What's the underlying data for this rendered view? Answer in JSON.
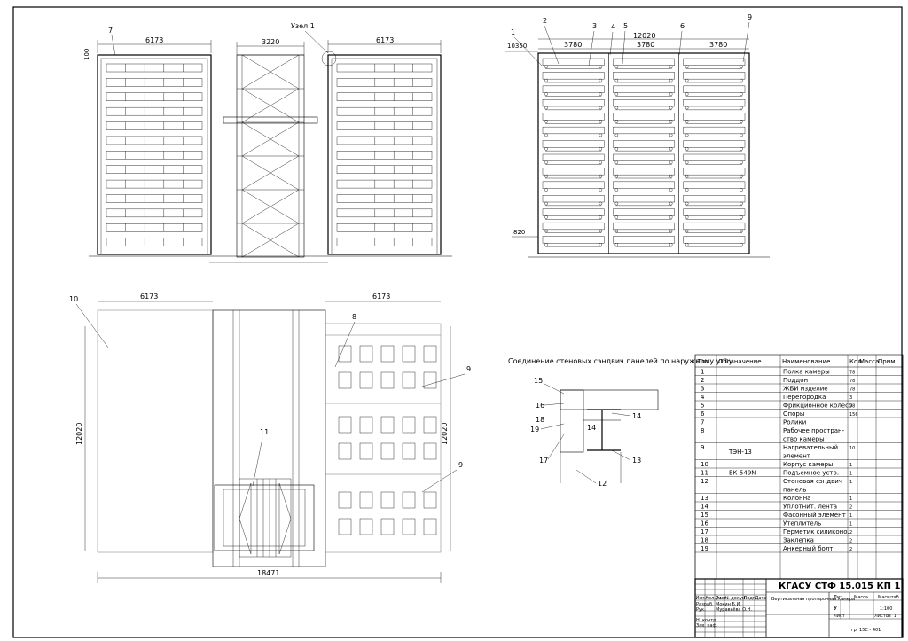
{
  "views": {
    "top_left": {
      "dim_left": "6173",
      "dim_mid": "3220",
      "dim_right": "6173",
      "dim_side": "100",
      "node_label": "Узел 1",
      "pos_7": "7"
    },
    "top_right": {
      "dim_total": "12020",
      "dim_a": "3780",
      "dim_b": "3780",
      "dim_c": "3780",
      "dim_side": "10350",
      "dim_bottom": "820",
      "pos_1": "1",
      "pos_2": "2",
      "pos_3": "3",
      "pos_4": "4",
      "pos_5": "5",
      "pos_6": "6",
      "pos_9": "9"
    },
    "plan": {
      "dim_left": "6173",
      "dim_right": "6173",
      "dim_height_left": "12020",
      "dim_height_right": "12020",
      "dim_total": "18471",
      "pos_8": "8",
      "pos_9a": "9",
      "pos_9b": "9",
      "pos_10": "10",
      "pos_11": "11"
    },
    "detail": {
      "title": "Соединение стеновых сэндвич панелей по наружному углу",
      "pos_12": "12",
      "pos_13": "13",
      "pos_14a": "14",
      "pos_14b": "14",
      "pos_15": "15",
      "pos_16": "16",
      "pos_17": "17",
      "pos_18": "18",
      "pos_19": "19"
    }
  },
  "spec": {
    "headers": [
      "Поз.",
      "Обозначение",
      "Наименование",
      "Кол.",
      "Масса",
      "Прим."
    ],
    "rows": [
      {
        "pos": "1",
        "code": "",
        "name": [
          "Полка камеры"
        ],
        "qty": "78"
      },
      {
        "pos": "2",
        "code": "",
        "name": [
          "Поддон"
        ],
        "qty": "78"
      },
      {
        "pos": "3",
        "code": "",
        "name": [
          "ЖБИ изделие"
        ],
        "qty": "78"
      },
      {
        "pos": "4",
        "code": "",
        "name": [
          "Перегородка"
        ],
        "qty": "3"
      },
      {
        "pos": "5",
        "code": "",
        "name": [
          "Фрикционное колесо"
        ],
        "qty": "78"
      },
      {
        "pos": "6",
        "code": "",
        "name": [
          "Опоры"
        ],
        "qty": "156"
      },
      {
        "pos": "7",
        "code": "",
        "name": [
          "Ролики"
        ],
        "qty": ""
      },
      {
        "pos": "8",
        "code": "",
        "name": [
          "Рабочее простран-",
          "ство камеры"
        ],
        "qty": ""
      },
      {
        "pos": "9",
        "code": "ТЭН-13",
        "name": [
          "Нагревательный",
          "элемент"
        ],
        "qty": "10"
      },
      {
        "pos": "10",
        "code": "",
        "name": [
          "Корпус камеры"
        ],
        "qty": "1"
      },
      {
        "pos": "11",
        "code": "ЕК-549М",
        "name": [
          "Подъемное устр."
        ],
        "qty": "1"
      },
      {
        "pos": "12",
        "code": "",
        "name": [
          "Стеновая сэндвич",
          "панель"
        ],
        "qty": "1"
      },
      {
        "pos": "13",
        "code": "",
        "name": [
          "Колонна"
        ],
        "qty": "1"
      },
      {
        "pos": "14",
        "code": "",
        "name": [
          "Уплотнит. лента"
        ],
        "qty": "2"
      },
      {
        "pos": "15",
        "code": "",
        "name": [
          "Фасонный элемент"
        ],
        "qty": "1"
      },
      {
        "pos": "16",
        "code": "",
        "name": [
          "Утеплитель"
        ],
        "qty": "1"
      },
      {
        "pos": "17",
        "code": "",
        "name": [
          "Герметик силиконо."
        ],
        "qty": "2"
      },
      {
        "pos": "18",
        "code": "",
        "name": [
          "Заклепка"
        ],
        "qty": "2"
      },
      {
        "pos": "19",
        "code": "",
        "name": [
          "Анкерный болт"
        ],
        "qty": "2"
      }
    ]
  },
  "title_block": {
    "doc_code": "КГАСУ СТФ 15.015 КП 1",
    "doc_name": "Вертикальная пропарочная камера",
    "col_headers": [
      "Изм.",
      "Кол.уч.",
      "Лист",
      "№ докум.",
      "Подп.",
      "Дата"
    ],
    "roles": [
      "Разраб.",
      "Рук.",
      "",
      "Н. контр.",
      "Зав. каф."
    ],
    "names": [
      "Мокин Б.И.",
      "Муравьёва О.Н."
    ],
    "stage_headers": [
      "Лит.",
      "Масса",
      "Масштаб"
    ],
    "stage": "У",
    "scale": "1:100",
    "sheet_label": "Лист",
    "sheets_label": "Листов",
    "sheets_count": "1",
    "group": "гр. 15С - 401"
  }
}
